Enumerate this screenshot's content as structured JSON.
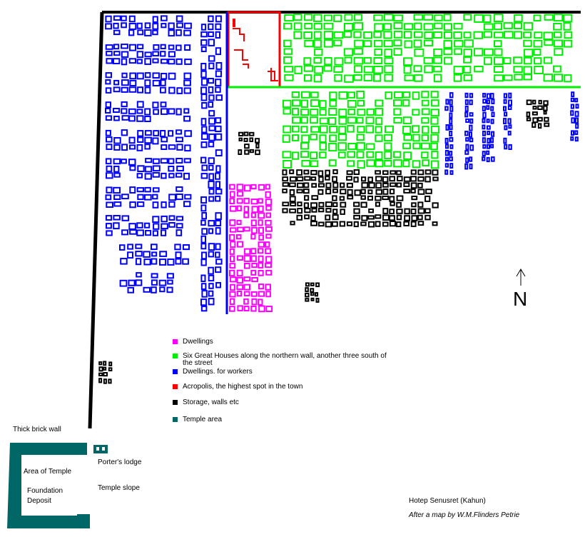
{
  "legend": [
    {
      "label": "Dwellings",
      "color": "#ff00ff"
    },
    {
      "label": "Six Great Houses along the northern wall, another three south of the street",
      "color": "#00ee00"
    },
    {
      "label": "Dwellings. for workers",
      "color": "#0000ff"
    },
    {
      "label": "Acropolis, the highest spot in the town",
      "color": "#ff0000"
    },
    {
      "label": "Storage, walls etc",
      "color": "#000000"
    },
    {
      "label": "Temple area",
      "color": "#006666"
    }
  ],
  "labels": {
    "thick_wall": "Thick brick wall",
    "temple_area": "Area of Temple",
    "foundation": "Foundation",
    "deposit": "Deposit",
    "porter": "Porter's lodge",
    "slope": "Temple slope",
    "north": "N"
  },
  "credit": {
    "title": "Hotep Senusret (Kahun)",
    "source": "After a map by W.M.Flinders Petrie"
  },
  "colors": {
    "workers": "#0000ff",
    "great_houses": "#00ee00",
    "dwellings": "#ff00ff",
    "acropolis": "#ff0000",
    "storage": "#000000",
    "temple": "#006666"
  }
}
